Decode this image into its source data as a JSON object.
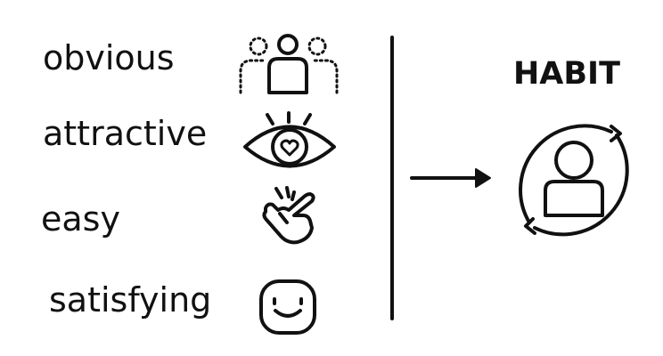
{
  "laws": [
    {
      "label": "obvious",
      "icon": "group-person-icon"
    },
    {
      "label": "attractive",
      "icon": "heart-eye-icon"
    },
    {
      "label": "easy",
      "icon": "finger-snap-icon"
    },
    {
      "label": "satisfying",
      "icon": "smile-face-icon"
    }
  ],
  "result": {
    "label": "HABIT",
    "icon": "cycle-person-icon"
  },
  "colors": {
    "ink": "#111111",
    "background": "#ffffff"
  }
}
